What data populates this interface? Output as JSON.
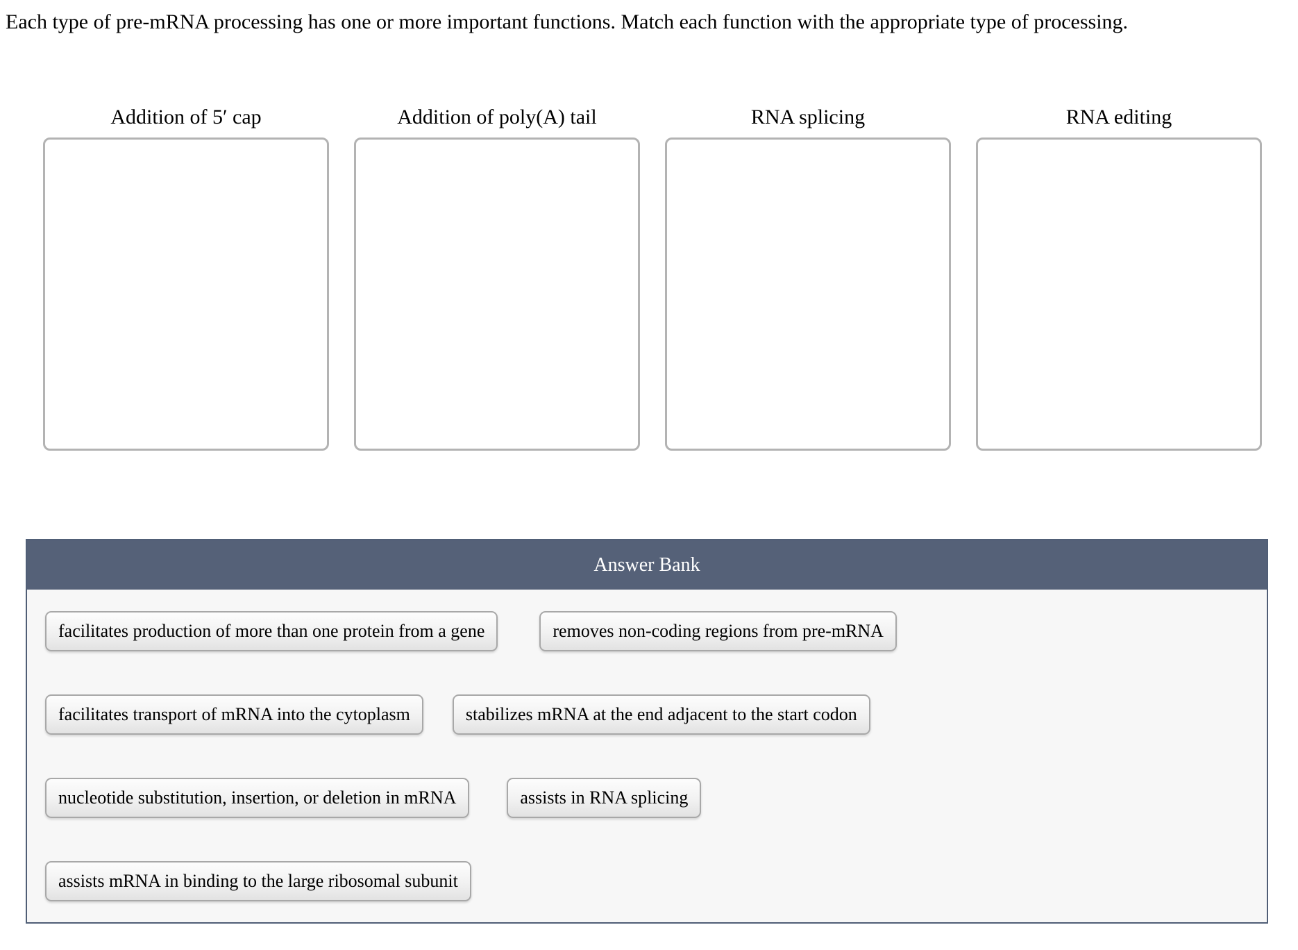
{
  "question": "Each type of pre-mRNA processing has one or more important functions. Match each function with the appropriate type of processing.",
  "bins": [
    {
      "label": "Addition of 5′ cap"
    },
    {
      "label": "Addition of poly(A) tail"
    },
    {
      "label": "RNA splicing"
    },
    {
      "label": "RNA editing"
    }
  ],
  "answer_bank": {
    "title": "Answer Bank",
    "items": [
      "facilitates production of more than one protein from a gene",
      "removes non-coding regions from pre-mRNA",
      "facilitates transport of mRNA into the cytoplasm",
      "stabilizes mRNA at the end adjacent to the start codon",
      "nucleotide substitution, insertion, or deletion in mRNA",
      "assists in RNA splicing",
      "assists mRNA in binding to the large ribosomal subunit"
    ]
  },
  "colors": {
    "answer_bank_header_bg": "#556178",
    "answer_bank_border": "#505e76",
    "answer_bank_body_bg": "#f7f7f7",
    "dropzone_border": "#b3b3b3",
    "chip_border": "#a8a8a8",
    "text": "#000000"
  }
}
